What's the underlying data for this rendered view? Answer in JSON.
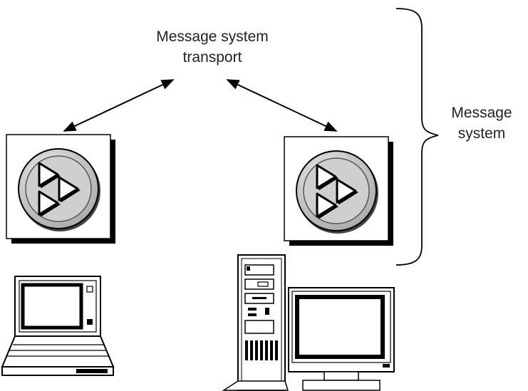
{
  "transport": {
    "line1": "Message system",
    "line2": "transport"
  },
  "system": {
    "line1": "Message",
    "line2": "system"
  },
  "icons": {
    "left_node": "message-node-icon",
    "right_node": "message-node-icon",
    "laptop": "laptop-icon",
    "server": "tower-server-icon",
    "monitor": "monitor-icon"
  },
  "colors": {
    "line": "#000000",
    "shadow": "#000000",
    "disc": "#c8c8c8",
    "text": "#222222"
  }
}
